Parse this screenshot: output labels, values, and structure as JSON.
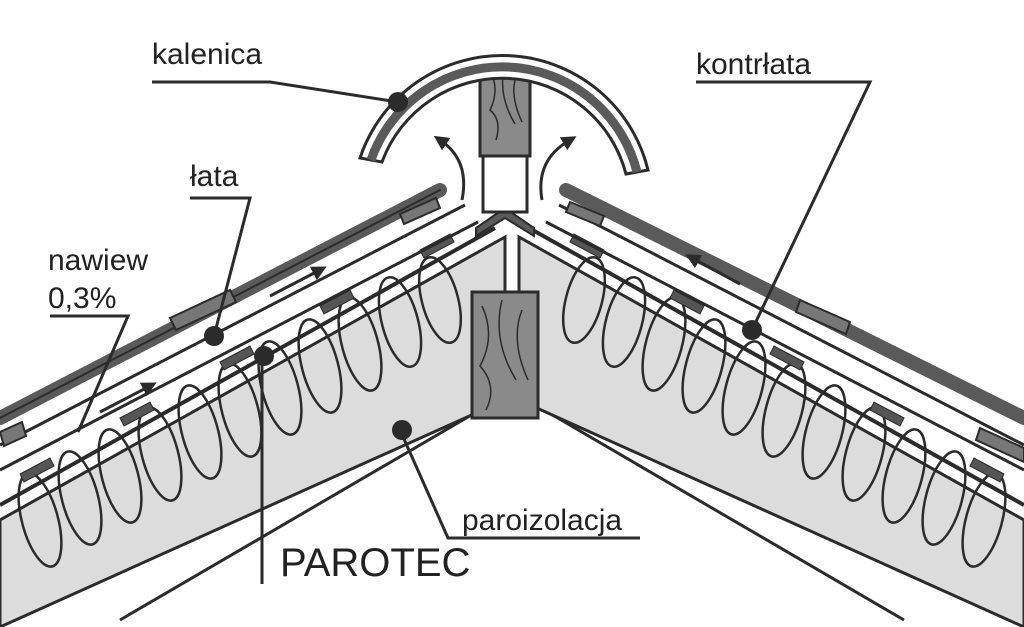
{
  "labels": {
    "ridge": "kalenica",
    "counter_batten": "kontrłata",
    "batten": "łata",
    "intake_line1": "nawiew",
    "intake_line2": "0,3%",
    "vapor_barrier": "paroizolacja",
    "membrane": "PAROTEC"
  },
  "colors": {
    "outline": "#2b2b2b",
    "insulation": "#dcdcdc",
    "timber": "#8a8a8a",
    "roofing": "#5a5a5a",
    "batten": "#777777"
  }
}
